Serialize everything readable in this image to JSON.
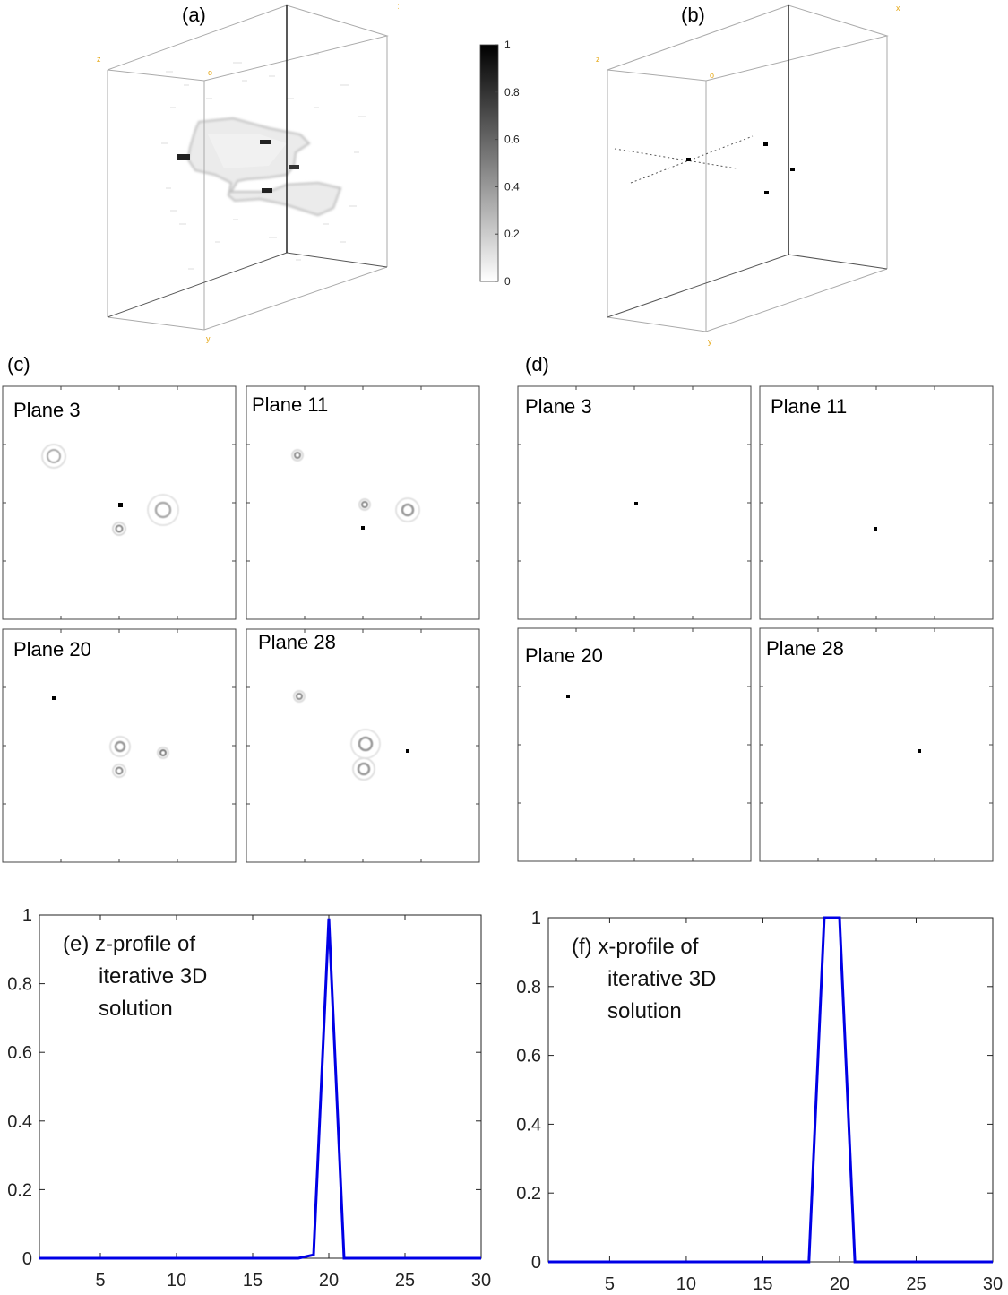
{
  "panel_labels": {
    "a": "(a)",
    "b": "(b)",
    "c": "(c)",
    "d": "(d)"
  },
  "axis_letters": {
    "x": "x",
    "y": "y",
    "z": "z",
    "o": "o"
  },
  "colorbar": {
    "ticks": [
      "1",
      "0.8",
      "0.6",
      "0.4",
      "0.2",
      "0"
    ],
    "range": [
      0,
      1
    ],
    "colormap": "gray-inverted"
  },
  "planes_c": [
    {
      "title": "Plane 3"
    },
    {
      "title": "Plane 11"
    },
    {
      "title": "Plane 20"
    },
    {
      "title": "Plane 28"
    }
  ],
  "planes_d": [
    {
      "title": "Plane 3"
    },
    {
      "title": "Plane 11"
    },
    {
      "title": "Plane 20"
    },
    {
      "title": "Plane 28"
    }
  ],
  "colors": {
    "line": "#0000e6",
    "point": "#000000",
    "axis_letter": "#e6a817"
  },
  "chart_data": [
    {
      "type": "line",
      "annotation": [
        "(e) z-profile of",
        "iterative 3D",
        "solution"
      ],
      "x": [
        1,
        2,
        3,
        4,
        5,
        6,
        7,
        8,
        9,
        10,
        11,
        12,
        13,
        14,
        15,
        16,
        17,
        18,
        19,
        20,
        21,
        22,
        23,
        24,
        25,
        26,
        27,
        28,
        29,
        30
      ],
      "y": [
        0,
        0,
        0,
        0,
        0,
        0,
        0,
        0,
        0,
        0,
        0,
        0,
        0,
        0,
        0,
        0,
        0,
        0,
        0.01,
        0.99,
        0,
        0,
        0,
        0,
        0,
        0,
        0,
        0,
        0,
        0
      ],
      "xlim": [
        1,
        30
      ],
      "ylim": [
        0,
        1
      ],
      "xticks": [
        "5",
        "10",
        "15",
        "20",
        "25",
        "30"
      ],
      "yticks": [
        "0",
        "0.2",
        "0.4",
        "0.6",
        "0.8",
        "1"
      ],
      "grid": false
    },
    {
      "type": "line",
      "annotation": [
        "(f) x-profile of",
        "iterative 3D",
        "solution"
      ],
      "x": [
        1,
        2,
        3,
        4,
        5,
        6,
        7,
        8,
        9,
        10,
        11,
        12,
        13,
        14,
        15,
        16,
        17,
        18,
        19,
        20,
        21,
        22,
        23,
        24,
        25,
        26,
        27,
        28,
        29,
        30
      ],
      "y": [
        0,
        0,
        0,
        0,
        0,
        0,
        0,
        0,
        0,
        0,
        0,
        0,
        0,
        0,
        0,
        0,
        0,
        0,
        1,
        1,
        0,
        0,
        0,
        0,
        0,
        0,
        0,
        0,
        0,
        0
      ],
      "xlim": [
        1,
        30
      ],
      "ylim": [
        0,
        1
      ],
      "xticks": [
        "5",
        "10",
        "15",
        "20",
        "25",
        "30"
      ],
      "yticks": [
        "0",
        "0.2",
        "0.4",
        "0.6",
        "0.8",
        "1"
      ],
      "grid": false
    }
  ]
}
